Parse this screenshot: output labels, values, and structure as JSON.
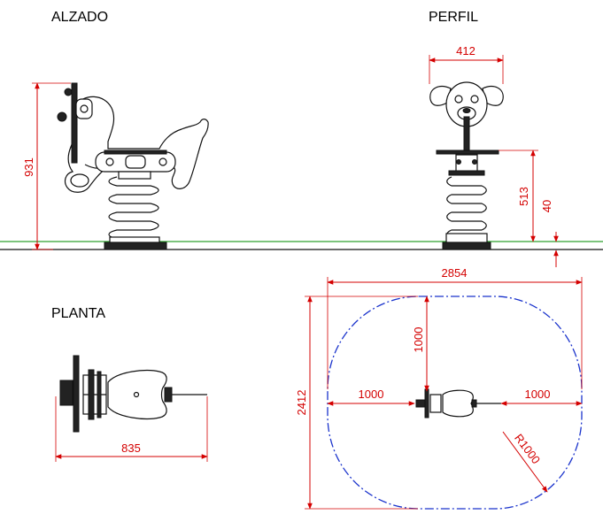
{
  "views": {
    "alzado": "ALZADO",
    "perfil": "PERFIL",
    "planta": "PLANTA"
  },
  "dimensions": {
    "height_total": "931",
    "width_profile": "412",
    "seat_height": "513",
    "foundation": "40",
    "length_plan": "835",
    "safety_width": "2854",
    "safety_depth": "2412",
    "offset_top": "1000",
    "offset_left": "1000",
    "offset_right": "1000",
    "radius": "R1000"
  },
  "colors": {
    "dimension": "#d40000",
    "ground": "#2fa12f",
    "safety_zone": "#1a33cc"
  }
}
